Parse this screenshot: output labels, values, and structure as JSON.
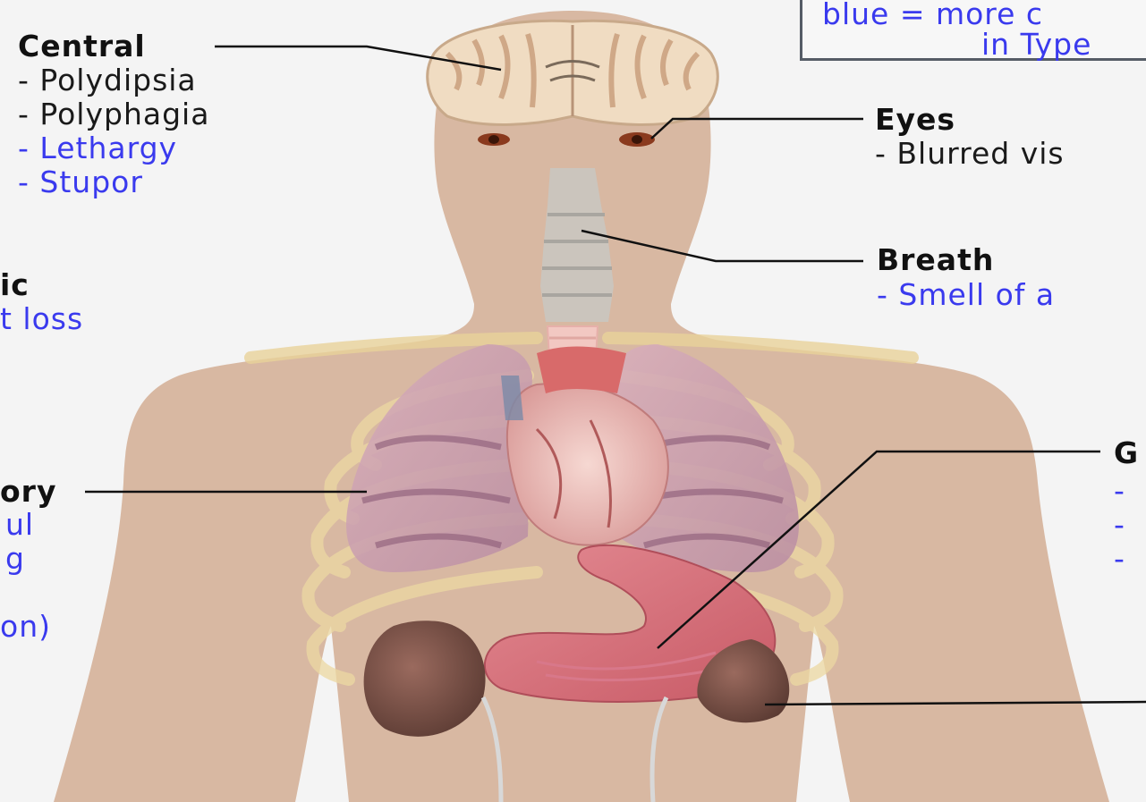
{
  "legend": {
    "line1": "blue = more c",
    "line2": "in Type"
  },
  "labels": {
    "central": {
      "title": "Central",
      "items": [
        "- Polydipsia",
        "- Polyphagia",
        "- Lethargy",
        "- Stupor"
      ]
    },
    "eyes": {
      "title": "Eyes",
      "items": [
        "- Blurred vis"
      ]
    },
    "breath": {
      "title": "Breath",
      "items": [
        "- Smell of a"
      ]
    },
    "systemic": {
      "title": "ic",
      "items": [
        "t loss"
      ]
    },
    "respiratory": {
      "title": "ory",
      "items": [
        "ul",
        "g",
        "on)"
      ]
    },
    "gastric": {
      "title": "G",
      "items": [
        "- ",
        "- ",
        "- "
      ]
    }
  },
  "colors": {
    "skin": "#d8b8a2",
    "text_black": "#1a1a1a",
    "text_blue": "#3a3aee",
    "background": "#f4f4f4"
  }
}
